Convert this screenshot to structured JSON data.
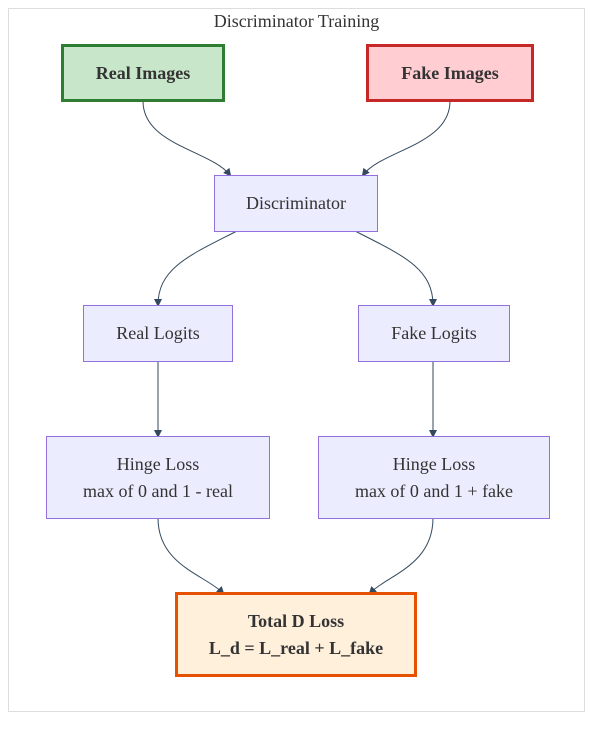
{
  "diagram": {
    "title": "Discriminator Training",
    "nodes": {
      "real_images": {
        "line1": "Real Images"
      },
      "fake_images": {
        "line1": "Fake Images"
      },
      "discriminator": {
        "line1": "Discriminator"
      },
      "real_logits": {
        "line1": "Real Logits"
      },
      "fake_logits": {
        "line1": "Fake Logits"
      },
      "hinge_real": {
        "line1": "Hinge Loss",
        "line2": "max of 0 and 1 - real"
      },
      "hinge_fake": {
        "line1": "Hinge Loss",
        "line2": "max of 0 and 1 + fake"
      },
      "total_loss": {
        "line1": "Total D Loss",
        "line2": "L_d = L_real + L_fake"
      }
    },
    "edges": [
      {
        "from": "Real Images",
        "to": "Discriminator"
      },
      {
        "from": "Fake Images",
        "to": "Discriminator"
      },
      {
        "from": "Discriminator",
        "to": "Real Logits"
      },
      {
        "from": "Discriminator",
        "to": "Fake Logits"
      },
      {
        "from": "Real Logits",
        "to": "Hinge Loss (real)"
      },
      {
        "from": "Fake Logits",
        "to": "Hinge Loss (fake)"
      },
      {
        "from": "Hinge Loss (real)",
        "to": "Total D Loss"
      },
      {
        "from": "Hinge Loss (fake)",
        "to": "Total D Loss"
      }
    ],
    "colors": {
      "edge": "#34495e",
      "default_fill": "#ececff",
      "default_stroke": "#9370db",
      "real_fill": "#c8e6c9",
      "real_stroke": "#2e7d32",
      "fake_fill": "#ffcdd2",
      "fake_stroke": "#c62828",
      "total_fill": "#fff0dc",
      "total_stroke": "#e65100"
    }
  }
}
